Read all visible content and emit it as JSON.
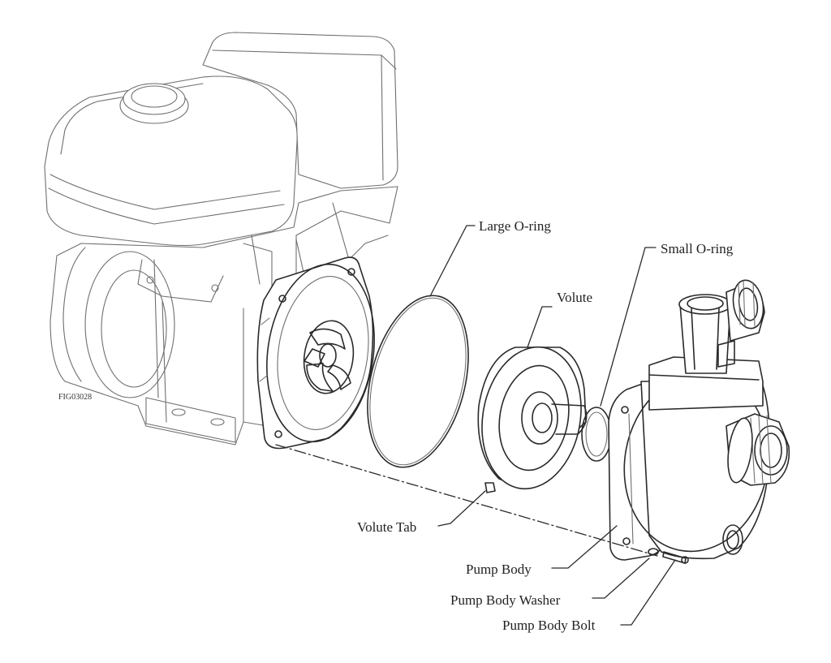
{
  "figure": {
    "id": "FIG03028",
    "labels": {
      "large_o_ring": "Large O-ring",
      "small_o_ring": "Small O-ring",
      "volute": "Volute",
      "volute_tab": "Volute Tab",
      "pump_body": "Pump Body",
      "pump_body_washer": "Pump Body Washer",
      "pump_body_bolt": "Pump Body Bolt"
    }
  }
}
